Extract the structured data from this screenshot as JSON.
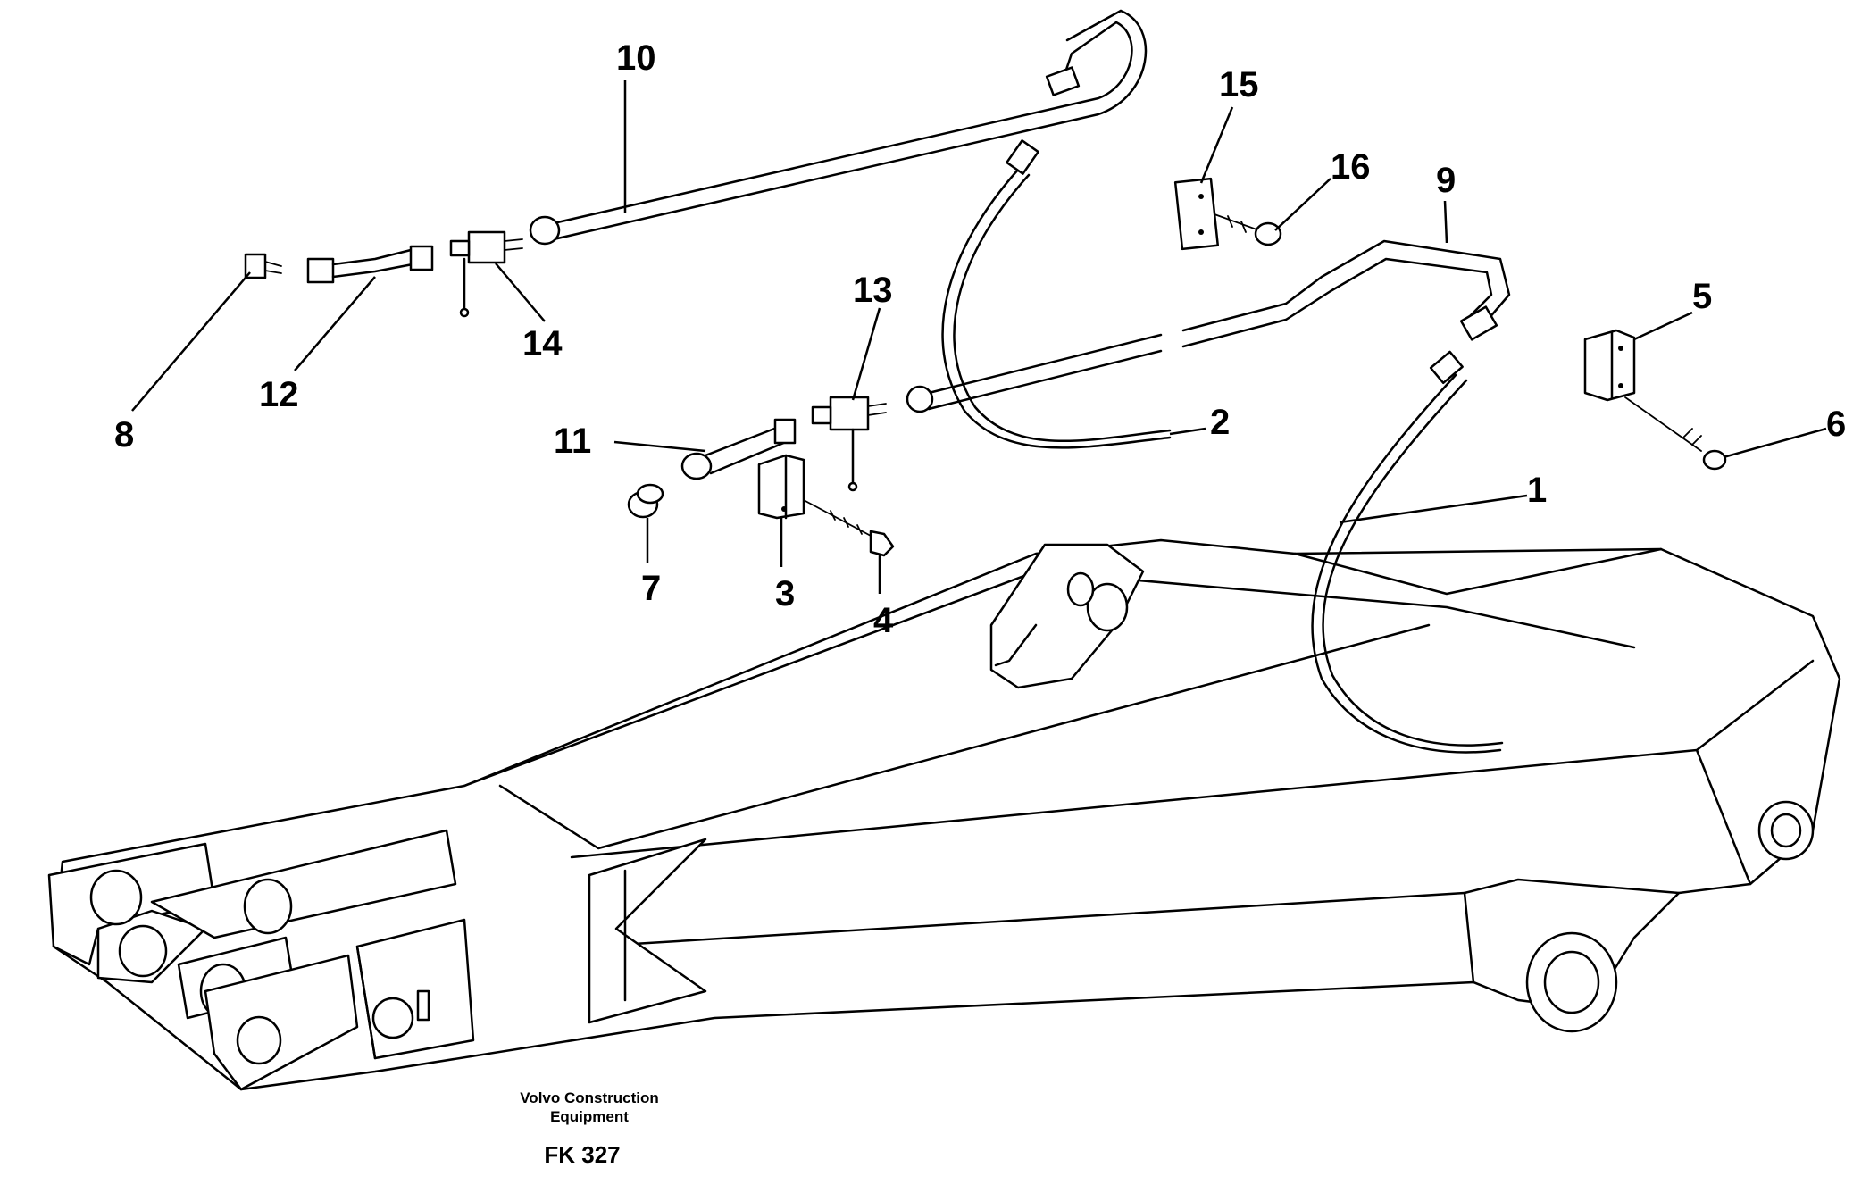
{
  "callouts": [
    {
      "id": "1",
      "label": "1"
    },
    {
      "id": "2",
      "label": "2"
    },
    {
      "id": "3",
      "label": "3"
    },
    {
      "id": "4",
      "label": "4"
    },
    {
      "id": "5",
      "label": "5"
    },
    {
      "id": "6",
      "label": "6"
    },
    {
      "id": "7",
      "label": "7"
    },
    {
      "id": "8",
      "label": "8"
    },
    {
      "id": "9",
      "label": "9"
    },
    {
      "id": "10",
      "label": "10"
    },
    {
      "id": "11",
      "label": "11"
    },
    {
      "id": "12",
      "label": "12"
    },
    {
      "id": "13",
      "label": "13"
    },
    {
      "id": "14",
      "label": "14"
    },
    {
      "id": "15",
      "label": "15"
    },
    {
      "id": "16",
      "label": "16"
    }
  ],
  "caption": {
    "line1": "Volvo Construction",
    "line2": "Equipment",
    "figure_id": "FK 327"
  },
  "colors": {
    "line": "#000000",
    "background": "#ffffff"
  }
}
